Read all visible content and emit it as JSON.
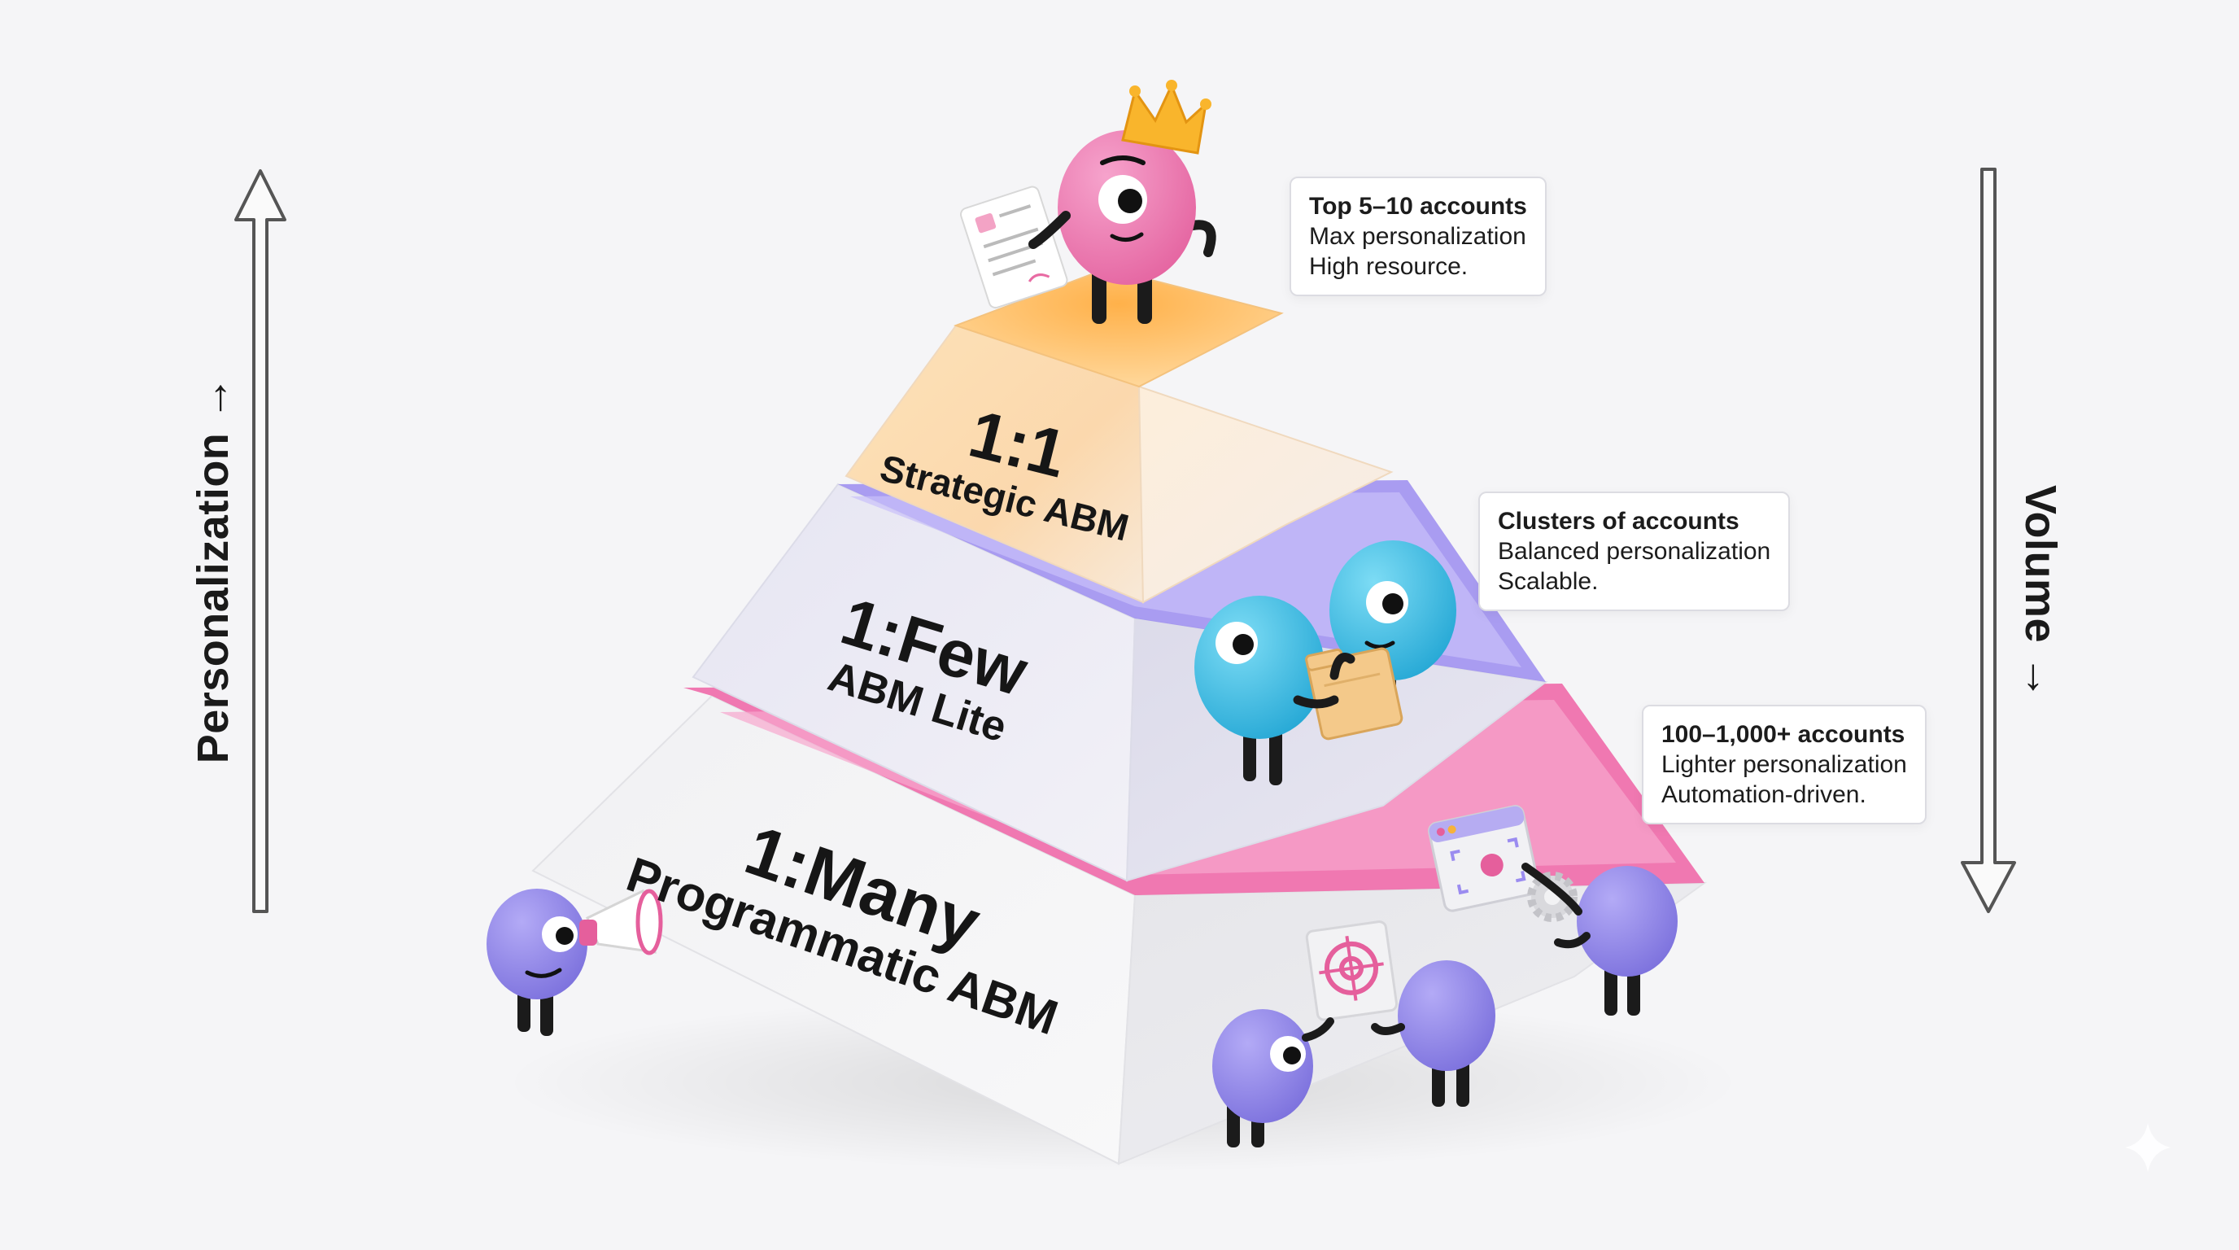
{
  "axes": {
    "left_label": "Personalization",
    "right_label": "Volume"
  },
  "tiers": [
    {
      "ratio": "1:1",
      "name": "Strategic ABM",
      "color": "#fcd39a"
    },
    {
      "ratio": "1:Few",
      "name": "ABM Lite",
      "color": "#d8d7ec"
    },
    {
      "ratio": "1:Many",
      "name": "Programmatic ABM",
      "color": "#ececee"
    }
  ],
  "callouts": [
    {
      "title": "Top 5–10 accounts",
      "line1": "Max personalization",
      "line2": "High resource."
    },
    {
      "title": "Clusters of accounts",
      "line1": "Balanced personalization",
      "line2": "Scalable."
    },
    {
      "title": "100–1,000+ accounts",
      "line1": "Lighter personalization",
      "line2": "Automation-driven."
    }
  ],
  "colors": {
    "accent_pink": "#f06aa8",
    "accent_purple": "#9b8cf0",
    "accent_orange": "#ffb24a",
    "character_pink": "#ec7fb5",
    "character_blue": "#3cc3e8",
    "character_purple": "#9088e8"
  },
  "icons": [
    "crown-icon",
    "document-icon",
    "folder-icon",
    "megaphone-icon",
    "target-icon",
    "browser-window-icon",
    "gear-icon",
    "sparkle-icon"
  ]
}
